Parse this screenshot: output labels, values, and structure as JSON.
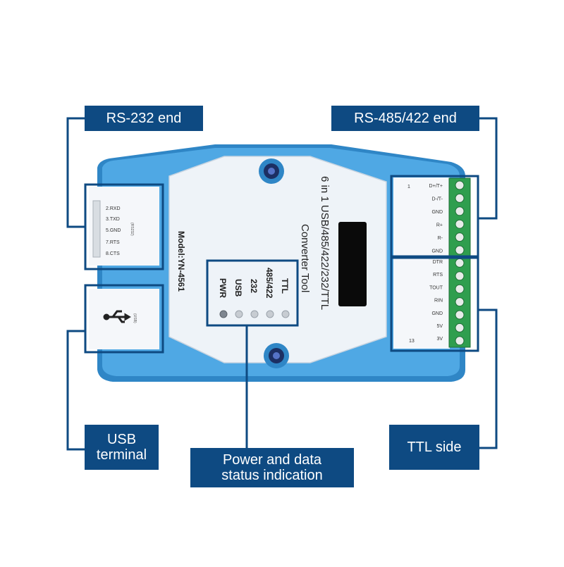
{
  "callouts": {
    "rs232": "RS-232 end",
    "rs485": "RS-485/422 end",
    "usb_line1": "USB",
    "usb_line2": "terminal",
    "status_line1": "Power and data",
    "status_line2": "status indication",
    "ttl": "TTL side"
  },
  "device": {
    "title_line1": "6 in 1 USB/485/422/232/TTL",
    "title_line2": "Converter Tool",
    "model": "Model:YN-4561",
    "leds": [
      "TTL",
      "485/422",
      "232",
      "USB",
      "PWR"
    ],
    "rs232_pins": [
      "2.RXD",
      "3.TXD",
      "5.GND",
      "7.RTS",
      "8.CTS"
    ],
    "rs232_tag": "(RS232)",
    "usb_tag": "(USB)",
    "rs485_pins": [
      "D+/T+",
      "D-/T-",
      "GND",
      "R+",
      "R-",
      "GND"
    ],
    "ttl_pins": [
      "DTR",
      "RTS",
      "TOUT",
      "RIN",
      "GND",
      "5V",
      "3V"
    ],
    "terminal_first": "1",
    "terminal_last": "13"
  },
  "colors": {
    "callout_bg": "#0e4a82",
    "case_blue": "#4fa8e4",
    "case_shadow": "#2f86c6",
    "panel": "#eef3f8",
    "terminal_green": "#2f9e4e"
  }
}
